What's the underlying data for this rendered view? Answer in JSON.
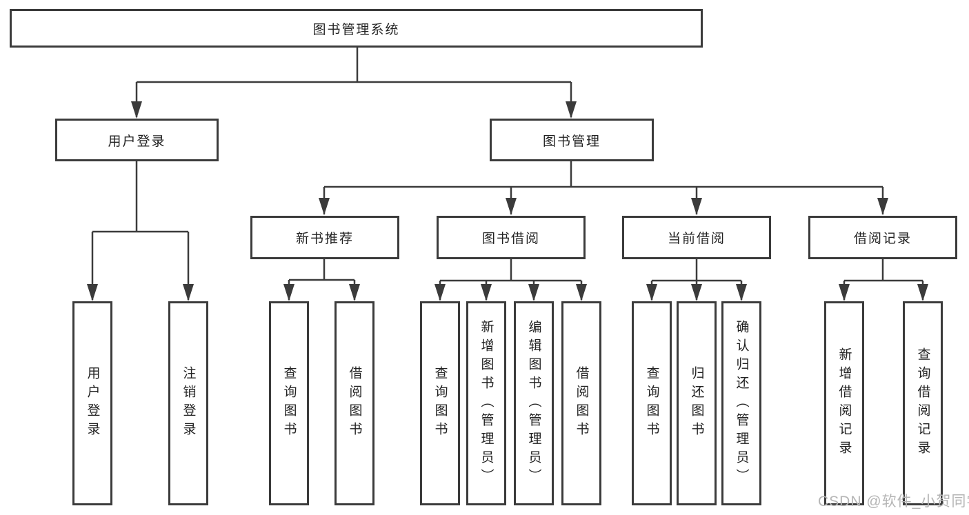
{
  "tree": {
    "label": "图书管理系统",
    "children": [
      {
        "label": "用户登录",
        "children": [
          {
            "label": "用户登录"
          },
          {
            "label": "注销登录"
          }
        ]
      },
      {
        "label": "图书管理",
        "children": [
          {
            "label": "新书推荐",
            "children": [
              {
                "label": "查询图书"
              },
              {
                "label": "借阅图书"
              }
            ]
          },
          {
            "label": "图书借阅",
            "children": [
              {
                "label": "查询图书"
              },
              {
                "label": "新增图书（管理员）"
              },
              {
                "label": "编辑图书（管理员）"
              },
              {
                "label": "借阅图书"
              }
            ]
          },
          {
            "label": "当前借阅",
            "children": [
              {
                "label": "查询图书"
              },
              {
                "label": "归还图书"
              },
              {
                "label": "确认归还（管理员）"
              }
            ]
          },
          {
            "label": "借阅记录",
            "children": [
              {
                "label": "新增借阅记录"
              },
              {
                "label": "查询借阅记录"
              }
            ]
          }
        ]
      }
    ]
  },
  "watermark": "CSDN @软件_小贺同学",
  "colors": {
    "line": "#3b3b3b",
    "box_border": "#3b3b3b",
    "box_fill": "#ffffff",
    "text": "#222222",
    "watermark": "#b5b5b5"
  }
}
